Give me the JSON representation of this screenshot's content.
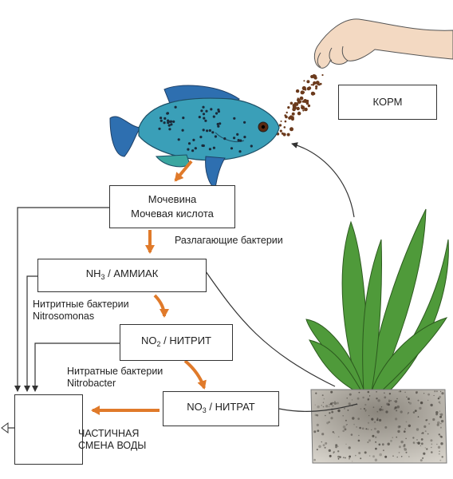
{
  "boxes": {
    "food": "КОРМ",
    "urea_line1": "Мочевина",
    "urea_line2": "Мочевая кислота",
    "ammonia_pre": "NH",
    "ammonia_sub": "3",
    "ammonia_post": " / АММИАК",
    "nitrite_pre": "NO",
    "nitrite_sub": "2",
    "nitrite_post": " / НИТРИТ",
    "nitrate_pre": "NO",
    "nitrate_sub": "3",
    "nitrate_post": " / НИТРАТ"
  },
  "labels": {
    "decomposing": "Разлагающие бактерии",
    "nitrite_bacteria_line1": "Нитритные бактерии",
    "nitrite_bacteria_line2": "Nitrosomonas",
    "nitrate_bacteria_line1": "Нитратные бактерии",
    "nitrate_bacteria_line2": "Nitrobacter",
    "water_change_line1": "ЧАСТИЧНАЯ",
    "water_change_line2": "СМЕНА ВОДЫ"
  },
  "colors": {
    "orange_arrow": "#e07a2a",
    "line": "#333333",
    "fish_body": "#3a9fb8",
    "fish_fin": "#2e6fb0",
    "plant": "#4f9a3a",
    "soil": "#c9c5bd",
    "skin": "#f3d9c2"
  },
  "icons": [
    "fish-illustration",
    "hand-illustration",
    "food-pellets",
    "plant-illustration",
    "soil-illustration"
  ]
}
